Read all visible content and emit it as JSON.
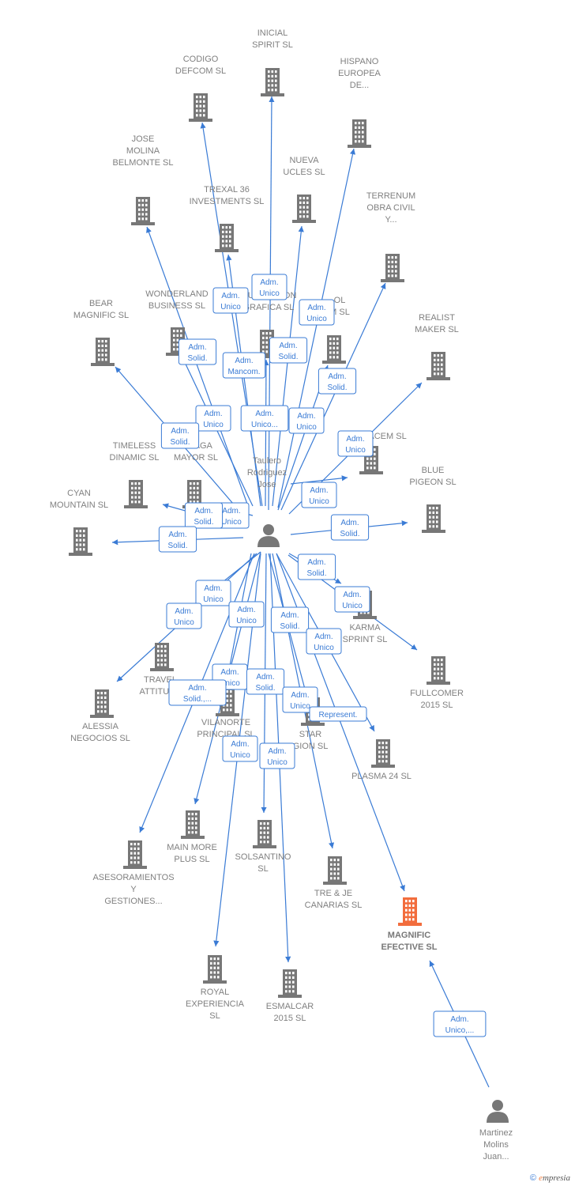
{
  "colors": {
    "edge": "#3a7bd5",
    "building": "#777777",
    "building_highlight": "#f26d3d",
    "person": "#777777",
    "label": "#808080"
  },
  "persons": [
    {
      "id": "p1",
      "lines": [
        "Taulero",
        "Rodriguez",
        "Jose"
      ]
    },
    {
      "id": "p2",
      "lines": [
        "Martinez",
        "Molins",
        "Juan..."
      ]
    }
  ],
  "companies": [
    {
      "id": "c1",
      "lines": [
        "INICIAL",
        "SPIRIT  SL"
      ]
    },
    {
      "id": "c2",
      "lines": [
        "CODIGO",
        "DEFCOM  SL"
      ]
    },
    {
      "id": "c3",
      "lines": [
        "HISPANO",
        "EUROPEA",
        "DE..."
      ]
    },
    {
      "id": "c4",
      "lines": [
        "JOSE",
        "MOLINA",
        "BELMONTE  SL"
      ]
    },
    {
      "id": "c5",
      "lines": [
        "NUEVA",
        "UCLES  SL"
      ]
    },
    {
      "id": "c6",
      "lines": [
        "TREXAL 36",
        "INVESTMENTS SL"
      ]
    },
    {
      "id": "c7",
      "lines": [
        "TERRENUM",
        "OBRA CIVIL",
        "Y..."
      ]
    },
    {
      "id": "c8",
      "lines": [
        "BEAR",
        "MAGNIFIC  SL"
      ]
    },
    {
      "id": "c9",
      "lines": [
        "WONDERLAND",
        "BUSINESS  SL"
      ]
    },
    {
      "id": "c10",
      "lines": [
        "MUNICACION",
        "GRAFICA  SL"
      ]
    },
    {
      "id": "c11",
      "lines": [
        "OL",
        "M  SL"
      ]
    },
    {
      "id": "c12",
      "lines": [
        "REALIST",
        "MAKER  SL"
      ]
    },
    {
      "id": "c13",
      "lines": [
        "ES    ACEM SL"
      ]
    },
    {
      "id": "c14",
      "lines": [
        "TIMELESS",
        "DINAMIC  SL"
      ]
    },
    {
      "id": "c15",
      "lines": [
        "JAVAGA",
        "MAYOR  SL"
      ]
    },
    {
      "id": "c16",
      "lines": [
        "BLUE",
        "PIGEON  SL"
      ]
    },
    {
      "id": "c17",
      "lines": [
        "CYAN",
        "MOUNTAIN  SL"
      ]
    },
    {
      "id": "c18",
      "lines": [
        "KARMA",
        "SPRINT  SL"
      ]
    },
    {
      "id": "c19",
      "lines": [
        "TRAVEL",
        "ATTITUDE"
      ]
    },
    {
      "id": "c20",
      "lines": [
        "FULLCOMER",
        "2015  SL"
      ]
    },
    {
      "id": "c21",
      "lines": [
        "ALESSIA",
        "NEGOCIOS  SL"
      ]
    },
    {
      "id": "c22",
      "lines": [
        "VILANORTE",
        "PRINCIPAL SL"
      ]
    },
    {
      "id": "c23",
      "lines": [
        "STAR",
        "GION  SL"
      ]
    },
    {
      "id": "c24",
      "lines": [
        "PLASMA 24 SL"
      ]
    },
    {
      "id": "c25",
      "lines": [
        "MAIN MORE",
        "PLUS  SL"
      ]
    },
    {
      "id": "c26",
      "lines": [
        "SOLSANTINO",
        "SL"
      ]
    },
    {
      "id": "c27",
      "lines": [
        "ASESORAMIENTOS",
        "Y",
        "GESTIONES..."
      ]
    },
    {
      "id": "c28",
      "lines": [
        "TRE & JE",
        "CANARIAS  SL"
      ]
    },
    {
      "id": "c29",
      "lines": [
        "MAGNIFIC",
        "EFECTIVE  SL"
      ],
      "highlight": true
    },
    {
      "id": "c30",
      "lines": [
        "ROYAL",
        "EXPERIENCIA",
        "SL"
      ]
    },
    {
      "id": "c31",
      "lines": [
        "ESMALCAR",
        "2015  SL"
      ]
    }
  ],
  "relations": [
    {
      "id": "r1",
      "lines": [
        "Adm.",
        "Unico"
      ]
    },
    {
      "id": "r2",
      "lines": [
        "Adm.",
        "Unico"
      ]
    },
    {
      "id": "r3",
      "lines": [
        "Adm.",
        "Unico"
      ]
    },
    {
      "id": "r4",
      "lines": [
        "Adm.",
        "Solid."
      ]
    },
    {
      "id": "r5",
      "lines": [
        "Adm.",
        "Solid."
      ]
    },
    {
      "id": "r6",
      "lines": [
        "Adm.",
        "Mancom."
      ]
    },
    {
      "id": "r7",
      "lines": [
        "Adm.",
        "Solid."
      ]
    },
    {
      "id": "r8",
      "lines": [
        "Adm.",
        "Unico"
      ]
    },
    {
      "id": "r9",
      "lines": [
        "Adm.",
        "Unico..."
      ]
    },
    {
      "id": "r10",
      "lines": [
        "Adm.",
        "Unico"
      ]
    },
    {
      "id": "r11",
      "lines": [
        "Adm.",
        "Solid."
      ]
    },
    {
      "id": "r12",
      "lines": [
        "Adm.",
        "Unico"
      ]
    },
    {
      "id": "r13",
      "lines": [
        "Adm.",
        "Unico"
      ]
    },
    {
      "id": "r14",
      "lines": [
        "Adm.",
        "Unico"
      ]
    },
    {
      "id": "r15",
      "lines": [
        "Adm.",
        "Solid."
      ]
    },
    {
      "id": "r16",
      "lines": [
        "Adm.",
        "Solid."
      ]
    },
    {
      "id": "r17",
      "lines": [
        "Adm.",
        "Solid."
      ]
    },
    {
      "id": "r18",
      "lines": [
        "Adm.",
        "Solid."
      ]
    },
    {
      "id": "r19",
      "lines": [
        "Adm.",
        "Unico"
      ]
    },
    {
      "id": "r20",
      "lines": [
        "Adm.",
        "Unico"
      ]
    },
    {
      "id": "r21",
      "lines": [
        "Adm.",
        "Unico"
      ]
    },
    {
      "id": "r22",
      "lines": [
        "Adm.",
        "Unico"
      ]
    },
    {
      "id": "r23",
      "lines": [
        "Adm.",
        "Solid."
      ]
    },
    {
      "id": "r24",
      "lines": [
        "Adm.",
        "Unico"
      ]
    },
    {
      "id": "r25",
      "lines": [
        "Adm.",
        "Unico"
      ]
    },
    {
      "id": "r26",
      "lines": [
        "Adm.",
        "Solid.,..."
      ]
    },
    {
      "id": "r27",
      "lines": [
        "Adm.",
        "Solid."
      ]
    },
    {
      "id": "r28",
      "lines": [
        "Adm.",
        "Unico"
      ]
    },
    {
      "id": "r29",
      "lines": [
        "Represent."
      ]
    },
    {
      "id": "r30",
      "lines": [
        "Adm.",
        "Unico"
      ]
    },
    {
      "id": "r31",
      "lines": [
        "Adm.",
        "Unico"
      ]
    },
    {
      "id": "r32",
      "lines": [
        "Adm.",
        "Unico,..."
      ]
    }
  ],
  "footer": {
    "copyright": "©",
    "brand_initial": "e",
    "brand_rest": "mpresia"
  }
}
